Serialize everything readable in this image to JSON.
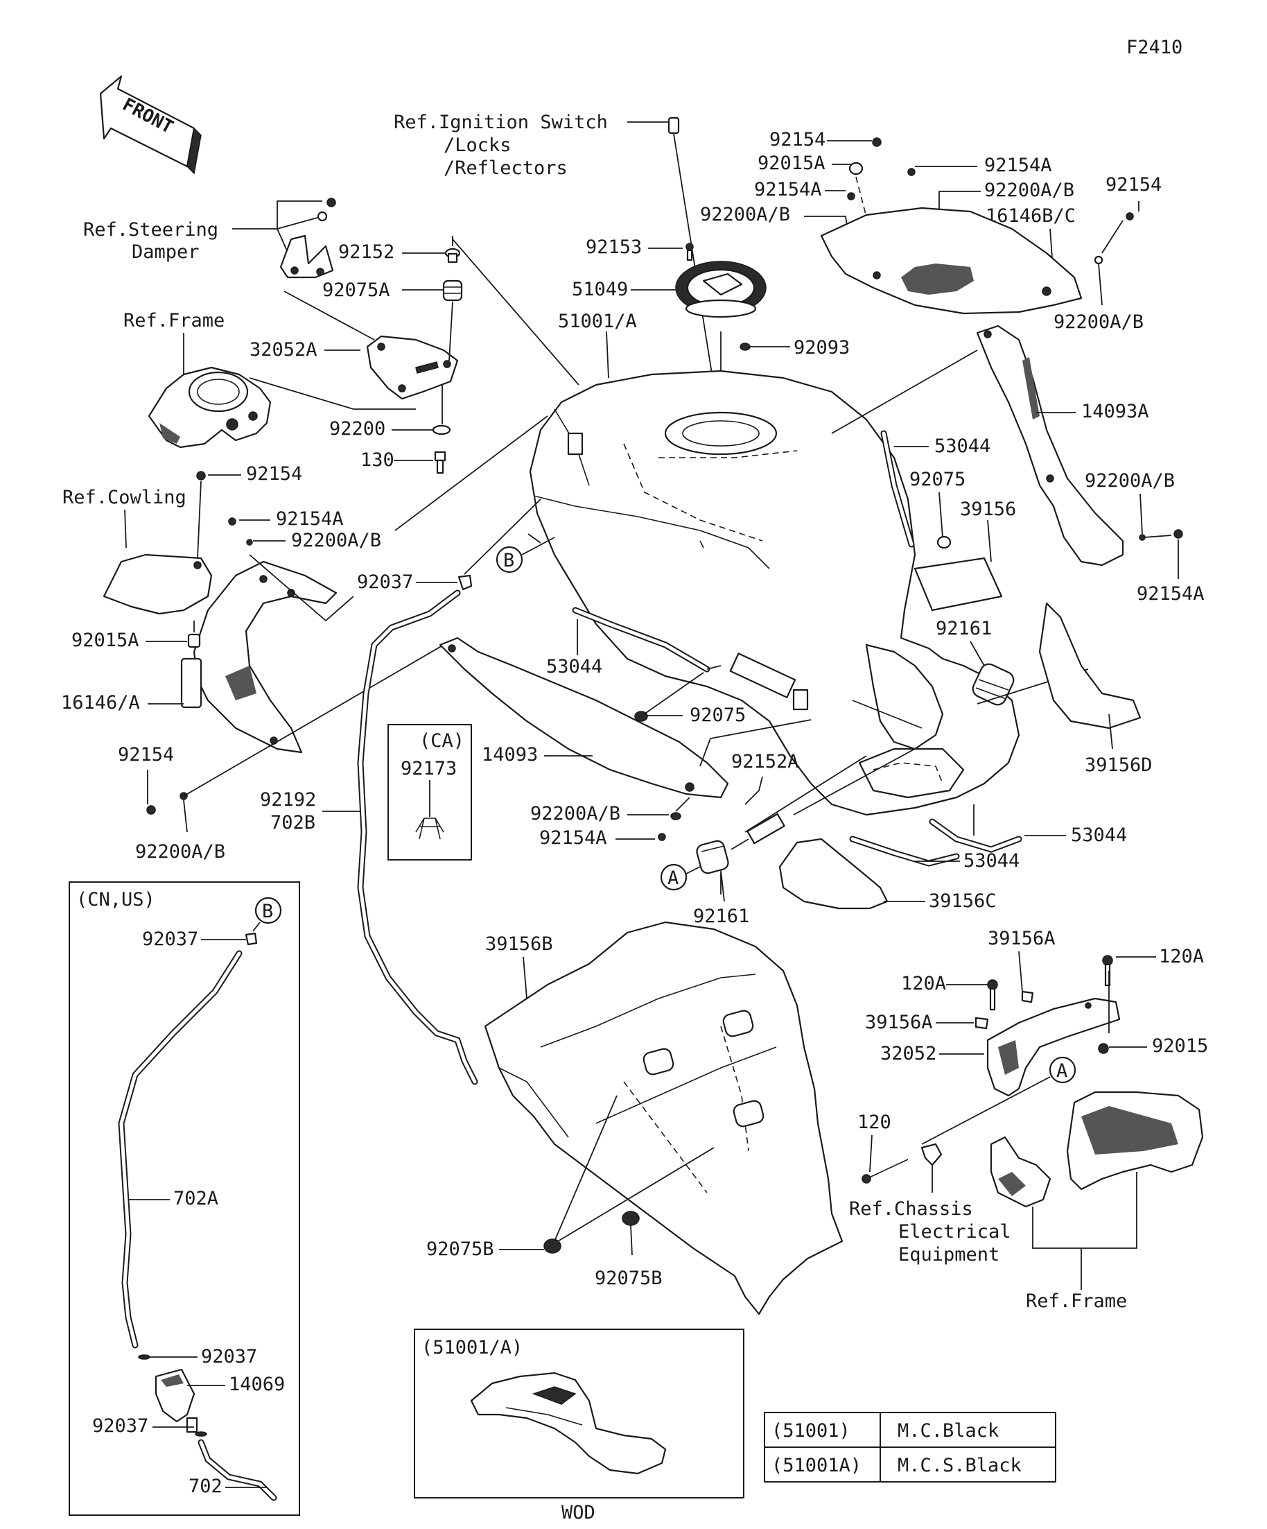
{
  "figure_code": "F2410",
  "front_label": "FRONT",
  "refs": {
    "ignition_l1": "Ref.Ignition Switch",
    "ignition_l2": "/Locks",
    "ignition_l3": "/Reflectors",
    "steering_l1": "Ref.Steering",
    "steering_l2": "Damper",
    "frame_top": "Ref.Frame",
    "cowling": "Ref.Cowling",
    "chassis_l1": "Ref.Chassis",
    "chassis_l2": "Electrical",
    "chassis_l3": "Equipment",
    "frame_bottom": "Ref.Frame"
  },
  "callouts": {
    "a": "A",
    "b": "B"
  },
  "parts": {
    "p92154_top": "92154",
    "p92015A_top": "92015A",
    "p92154A_top": "92154A",
    "p92200AB_top1": "92200A/B",
    "p92154A_r": "92154A",
    "p92200AB_r": "92200A/B",
    "p92154_r": "92154",
    "p16146BC": "16146B/C",
    "p92200AB_r2": "92200A/B",
    "p92152": "92152",
    "p92075A": "92075A",
    "p32052A": "32052A",
    "p92200": "92200",
    "p130": "130",
    "p92153": "92153",
    "p51049": "51049",
    "p51001A": "51001/A",
    "p92093": "92093",
    "p14093A": "14093A",
    "p53044_top": "53044",
    "p92075": "92075",
    "p39156": "39156",
    "p92200AB_far": "92200A/B",
    "p92154A_far": "92154A",
    "p92154_left": "92154",
    "p92154A_left": "92154A",
    "p92200AB_left": "92200A/B",
    "p92037": "92037",
    "p92015A_left": "92015A",
    "p16146A": "16146/A",
    "p92154_low": "92154",
    "p92200AB_low": "92200A/B",
    "p53044_mid": "53044",
    "p92075_mid": "92075",
    "p14093": "14093",
    "p92161_r": "92161",
    "p39156D": "39156D",
    "p92152A": "92152A",
    "p92200AB_mid": "92200A/B",
    "p92154A_mid": "92154A",
    "p92192": "92192",
    "p702B": "702B",
    "p53044_r": "53044",
    "p53044_b": "53044",
    "p39156C": "39156C",
    "p92161_b": "92161",
    "p39156B": "39156B",
    "p39156A_top": "39156A",
    "p120A_r": "120A",
    "p120A_l": "120A",
    "p39156A_l": "39156A",
    "p32052": "32052",
    "p92015": "92015",
    "p120": "120",
    "p92075B_l": "92075B",
    "p92075B_r": "92075B"
  },
  "ca_box": {
    "title": "(CA)",
    "part": "92173"
  },
  "cn_us_box": {
    "title": "(CN,US)",
    "p92037_top": "92037",
    "p702A": "702A",
    "p92037_mid": "92037",
    "p14069": "14069",
    "p92037_bot": "92037",
    "p702": "702"
  },
  "wod_box": {
    "title": "(51001/A)",
    "caption": "WOD"
  },
  "color_table": {
    "rows": [
      {
        "code": "(51001)",
        "color": "M.C.Black"
      },
      {
        "code": "(51001A)",
        "color": "M.C.S.Black"
      }
    ]
  }
}
